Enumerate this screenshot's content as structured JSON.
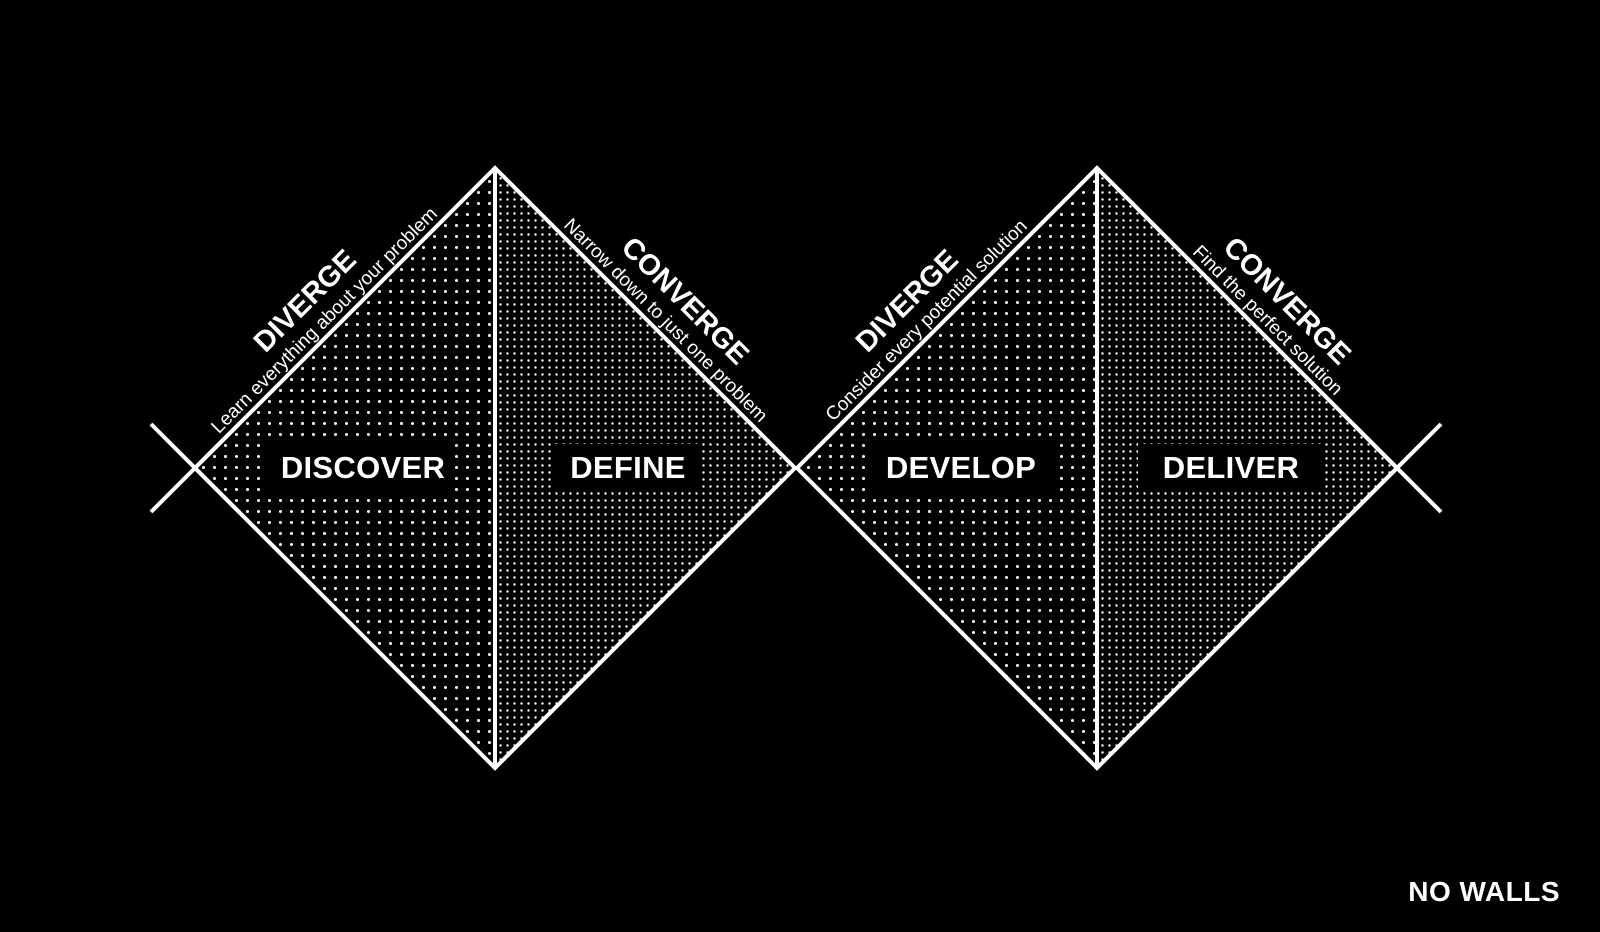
{
  "colors": {
    "background": "#000000",
    "foreground": "#ffffff"
  },
  "phases": [
    {
      "label": "DISCOVER",
      "mode": "DIVERGE",
      "description": "Learn everything about your problem"
    },
    {
      "label": "DEFINE",
      "mode": "CONVERGE",
      "description": "Narrow down to just one problem"
    },
    {
      "label": "DEVELOP",
      "mode": "DIVERGE",
      "description": "Consider every potential solution"
    },
    {
      "label": "DELIVER",
      "mode": "CONVERGE",
      "description": "Find the perfect solution"
    }
  ],
  "brand": {
    "logo_text": "NO WALLS"
  }
}
